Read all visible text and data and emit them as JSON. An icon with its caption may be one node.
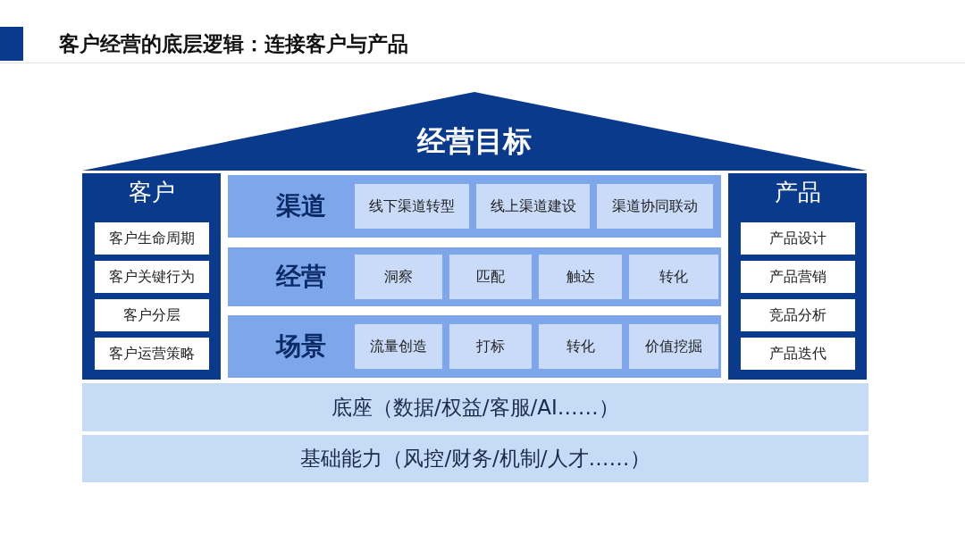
{
  "diagram": {
    "title": "客户经营的底层逻辑：连接客户与产品",
    "nodes": [
      {
        "text": [
          "经营目标"
        ]
      },
      {
        "text": [
          "客户"
        ]
      },
      {
        "text": [
          "客户生命周期"
        ],
        "in": 1
      },
      {
        "text": [
          "客户关键行为"
        ],
        "in": 1
      },
      {
        "text": [
          "客户分层"
        ],
        "in": 1
      },
      {
        "text": [
          "客户运营策略"
        ],
        "in": 1
      },
      {
        "text": [
          "渠道"
        ]
      },
      {
        "text": [
          "线下渠道转型"
        ],
        "in": 6
      },
      {
        "text": [
          "线上渠道建设"
        ],
        "in": 6
      },
      {
        "text": [
          "渠道协同联动"
        ],
        "in": 6
      },
      {
        "text": [
          "经营"
        ]
      },
      {
        "text": [
          "洞察"
        ],
        "in": 10
      },
      {
        "text": [
          "匹配"
        ],
        "in": 10
      },
      {
        "text": [
          "触达"
        ],
        "in": 10
      },
      {
        "text": [
          "转化"
        ],
        "in": 10
      },
      {
        "text": [
          "场景"
        ]
      },
      {
        "text": [
          "流量创造"
        ],
        "in": 15
      },
      {
        "text": [
          "打标"
        ],
        "in": 15
      },
      {
        "text": [
          "转化"
        ],
        "in": 15
      },
      {
        "text": [
          "价值挖掘"
        ],
        "in": 15
      },
      {
        "text": [
          "产品"
        ]
      },
      {
        "text": [
          "产品设计"
        ],
        "in": 20
      },
      {
        "text": [
          "产品营销"
        ],
        "in": 20
      },
      {
        "text": [
          "竞品分析"
        ],
        "in": 20
      },
      {
        "text": [
          "产品迭代"
        ],
        "in": 20
      },
      {
        "text": [
          "底座（数据/权益/客服/AI……）"
        ]
      },
      {
        "text": [
          "基础能力（风控/财务/机制/人才……）"
        ]
      }
    ],
    "edges": []
  }
}
